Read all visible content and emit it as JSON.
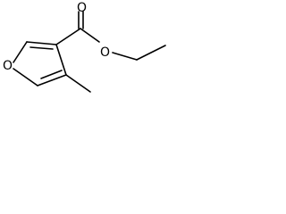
{
  "molecule": {
    "atoms": {
      "ring_oxygen": "O",
      "carbonyl_oxygen": "O",
      "ester_oxygen": "O"
    },
    "colors": {
      "bond": "#000000",
      "label": "#000000",
      "background": "#ffffff"
    }
  }
}
